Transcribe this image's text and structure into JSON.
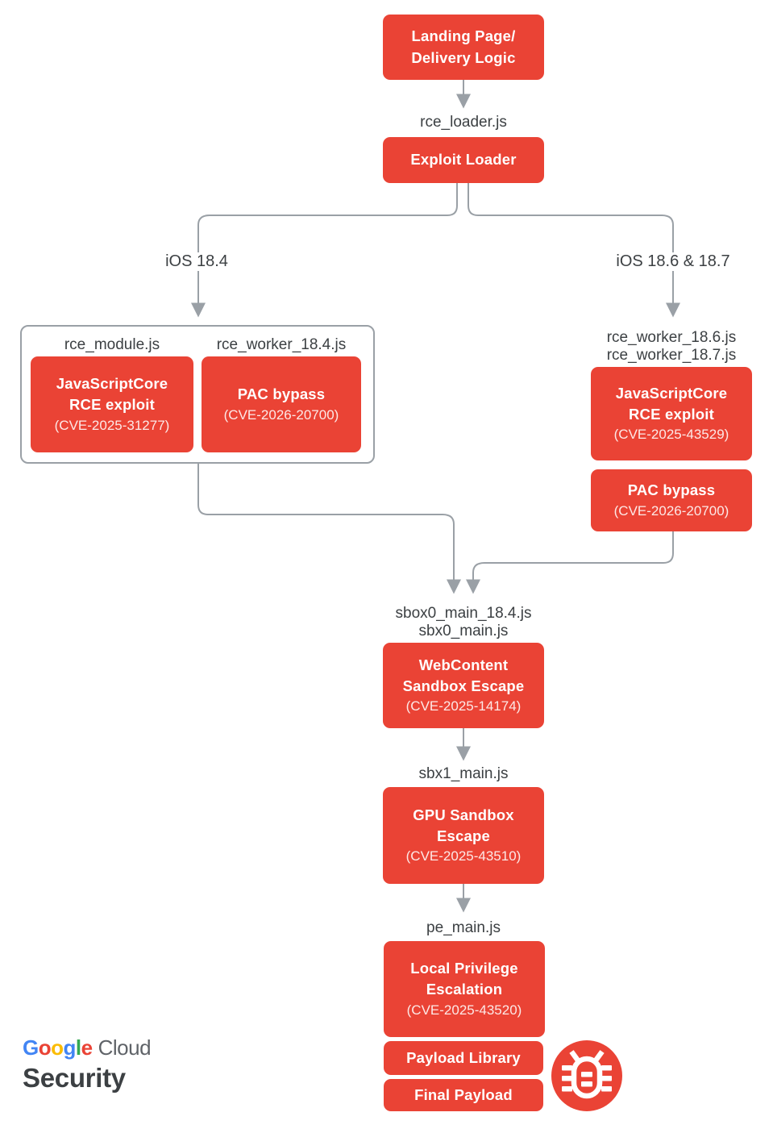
{
  "colors": {
    "node_red": "#EA4335",
    "connector_gray": "#9AA0A6",
    "label_text": "#3C4043",
    "google_blue": "#4285F4",
    "google_red": "#EA4335",
    "google_yellow": "#FBBC04",
    "google_green": "#34A853",
    "cloud_gray": "#5F6368"
  },
  "nodes": {
    "landing": {
      "line1": "Landing Page/",
      "line2": "Delivery Logic"
    },
    "exploit_loader": {
      "line1": "Exploit Loader"
    },
    "jsc_184": {
      "line1": "JavaScriptCore",
      "line2": "RCE exploit",
      "cve": "(CVE-2025-31277)"
    },
    "pac_184": {
      "line1": "PAC bypass",
      "cve": "(CVE-2026-20700)"
    },
    "jsc_186": {
      "line1": "JavaScriptCore",
      "line2": "RCE exploit",
      "cve": "(CVE-2025-43529)"
    },
    "pac_186": {
      "line1": "PAC bypass",
      "cve": "(CVE-2026-20700)"
    },
    "webcontent": {
      "line1": "WebContent",
      "line2": "Sandbox Escape",
      "cve": "(CVE-2025-14174)"
    },
    "gpu": {
      "line1": "GPU Sandbox",
      "line2": "Escape",
      "cve": "(CVE-2025-43510)"
    },
    "lpe": {
      "line1": "Local Privilege",
      "line2": "Escalation",
      "cve": "(CVE-2025-43520)"
    },
    "payload_library": {
      "line1": "Payload Library"
    },
    "final_payload": {
      "line1": "Final Payload"
    }
  },
  "labels": {
    "loader_file": "rce_loader.js",
    "branch_left": "iOS 18.4",
    "branch_right": "iOS 18.6 & 18.7",
    "module_file": "rce_module.js",
    "worker_184_file": "rce_worker_18.4.js",
    "worker_186_file": "rce_worker_18.6.js",
    "worker_187_file": "rce_worker_18.7.js",
    "sbox0_file": "sbox0_main_18.4.js",
    "sbx0_file": "sbx0_main.js",
    "sbx1_file": "sbx1_main.js",
    "pe_file": "pe_main.js"
  },
  "branding": {
    "google": [
      {
        "ch": "G",
        "color": "#4285F4"
      },
      {
        "ch": "o",
        "color": "#EA4335"
      },
      {
        "ch": "o",
        "color": "#FBBC04"
      },
      {
        "ch": "g",
        "color": "#4285F4"
      },
      {
        "ch": "l",
        "color": "#34A853"
      },
      {
        "ch": "e",
        "color": "#EA4335"
      }
    ],
    "cloud": "Cloud",
    "security": "Security"
  }
}
